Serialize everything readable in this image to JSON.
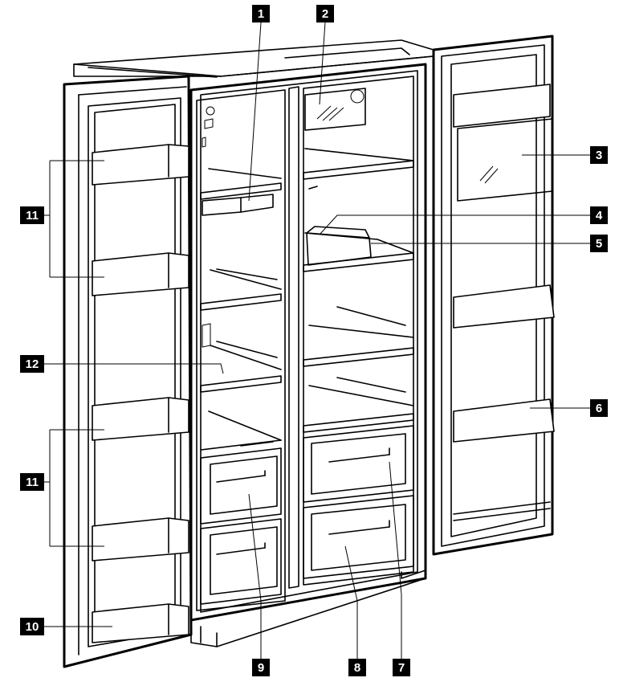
{
  "callouts": [
    {
      "id": "1",
      "label": "1"
    },
    {
      "id": "2",
      "label": "2"
    },
    {
      "id": "3",
      "label": "3"
    },
    {
      "id": "4",
      "label": "4"
    },
    {
      "id": "5",
      "label": "5"
    },
    {
      "id": "6",
      "label": "6"
    },
    {
      "id": "7",
      "label": "7"
    },
    {
      "id": "8",
      "label": "8"
    },
    {
      "id": "9",
      "label": "9"
    },
    {
      "id": "10",
      "label": "10"
    },
    {
      "id": "11a",
      "label": "11"
    },
    {
      "id": "11b",
      "label": "11"
    },
    {
      "id": "12",
      "label": "12"
    }
  ],
  "colors": {
    "line": "#000000",
    "background": "#ffffff",
    "callout_bg": "#000000",
    "callout_text": "#ffffff"
  }
}
